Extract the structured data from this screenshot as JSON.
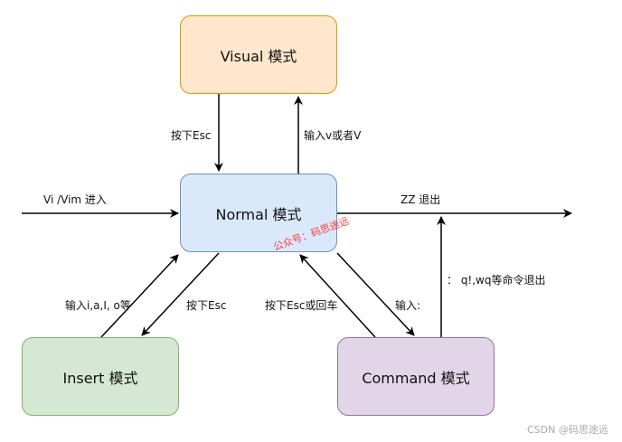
{
  "nodes": {
    "visual": {
      "label": "Visual 模式",
      "fill": "#ffe6cc",
      "stroke": "#d79b00"
    },
    "normal": {
      "label": "Normal 模式",
      "fill": "#dae8fc",
      "stroke": "#6c8ebf"
    },
    "insert": {
      "label": "Insert 模式",
      "fill": "#d5e8d4",
      "stroke": "#82b366"
    },
    "command": {
      "label": "Command 模式",
      "fill": "#e1d5e7",
      "stroke": "#9673a6"
    }
  },
  "edges": {
    "entry": "Vi /Vim 进入",
    "normal_to_visual": "输入v或者V",
    "visual_to_normal": "按下Esc",
    "exit": "ZZ 退出",
    "normal_to_insert": "按下Esc",
    "insert_to_normal": "输入i,a,I, o等",
    "command_to_normal": "按下Esc或回车",
    "normal_to_command": "输入:",
    "command_exit": "： q!,wq等命令退出"
  },
  "watermark": "公众号：码思途远",
  "footer": "CSDN @码思途远",
  "colors": {
    "line": "#000000",
    "watermark": "#ff3b3b"
  }
}
